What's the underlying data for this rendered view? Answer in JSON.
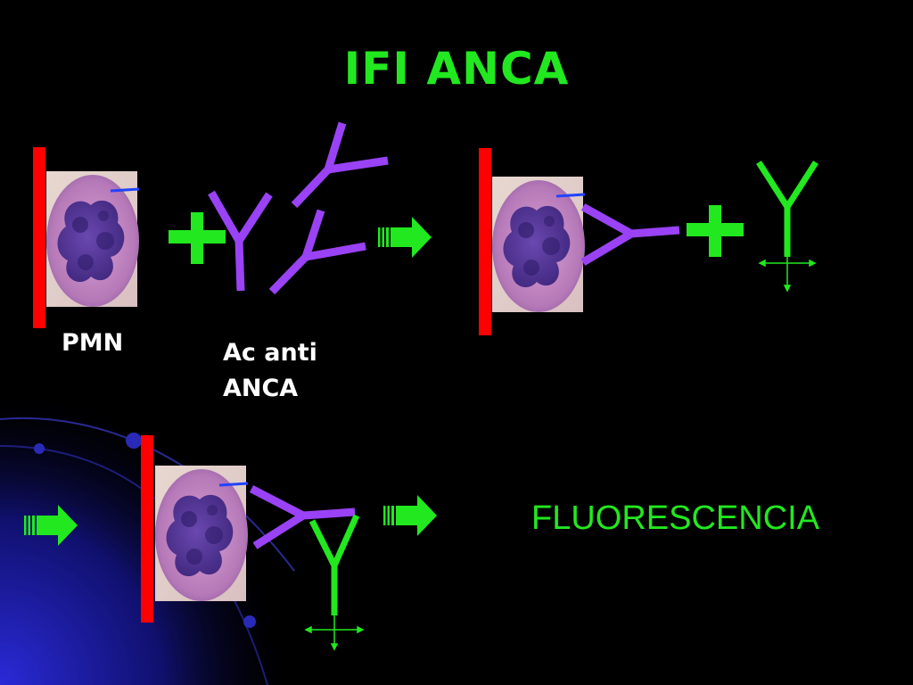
{
  "slide": {
    "title": "IFI ANCA",
    "labels": {
      "pmn": "PMN",
      "antibody_line1": "Ac anti",
      "antibody_line2": "ANCA",
      "result": "FLUORESCENCIA"
    }
  },
  "colors": {
    "background": "#000000",
    "title_green": "#22e81f",
    "substrate_red": "#ff0000",
    "antibody_purple": "#9a42f5",
    "conjugate_green": "#22e81f",
    "cell_pink": "#c98ac6",
    "nucleus_purple": "#5b3aa0",
    "corner_blue": "#1a1ab8"
  },
  "icons": [
    "slide-bar",
    "neutrophil-cell",
    "plus-sign",
    "antibody-y",
    "arrow-right",
    "fluorescent-conjugate-y"
  ]
}
